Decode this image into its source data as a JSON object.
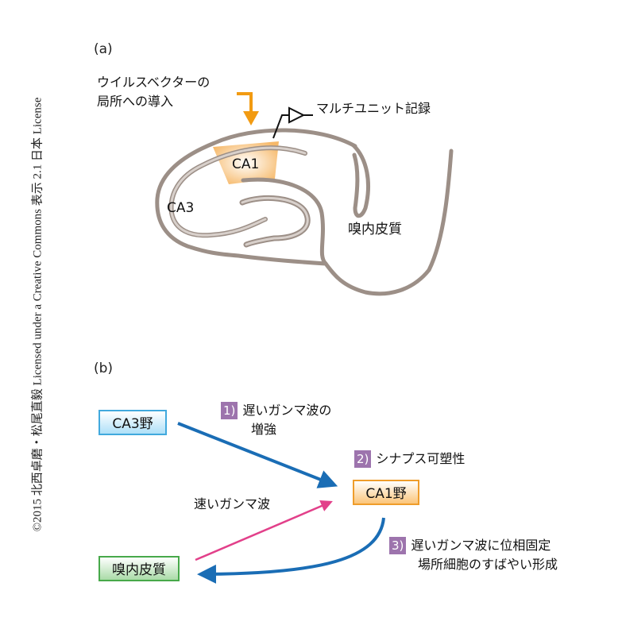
{
  "copyright": "©2015 北西卓磨・松尾直毅 Licensed under a Creative Commons 表示 2.1 日本 License",
  "panel_a": {
    "label": "(a)",
    "injection_label_line1": "ウイルスベクターの",
    "injection_label_line2": "局所への導入",
    "recording_label": "マルチユニット記録",
    "region_ca1": "CA1",
    "region_ca3": "CA3",
    "region_ec": "嗅内皮質",
    "colors": {
      "outline": "#9c8f87",
      "ca1_fill": "#f6b868",
      "injection_arrow": "#f29b12"
    }
  },
  "panel_b": {
    "label": "(b)",
    "nodes": {
      "ca3": "CA3野",
      "ca1": "CA1野",
      "ec": "嗅内皮質"
    },
    "annotations": [
      {
        "badge": "1)",
        "line1": "遅いガンマ波の",
        "line2": "増強"
      },
      {
        "badge": "2)",
        "line1": "シナプス可塑性"
      },
      {
        "badge": "3)",
        "line1": "遅いガンマ波に位相固定",
        "line2": "場所細胞のすばやい形成"
      }
    ],
    "fast_gamma_label": "速いガンマ波",
    "colors": {
      "slow_arrow": "#1a6db5",
      "fast_arrow": "#e2408a",
      "badge": "#9d74ad"
    }
  }
}
